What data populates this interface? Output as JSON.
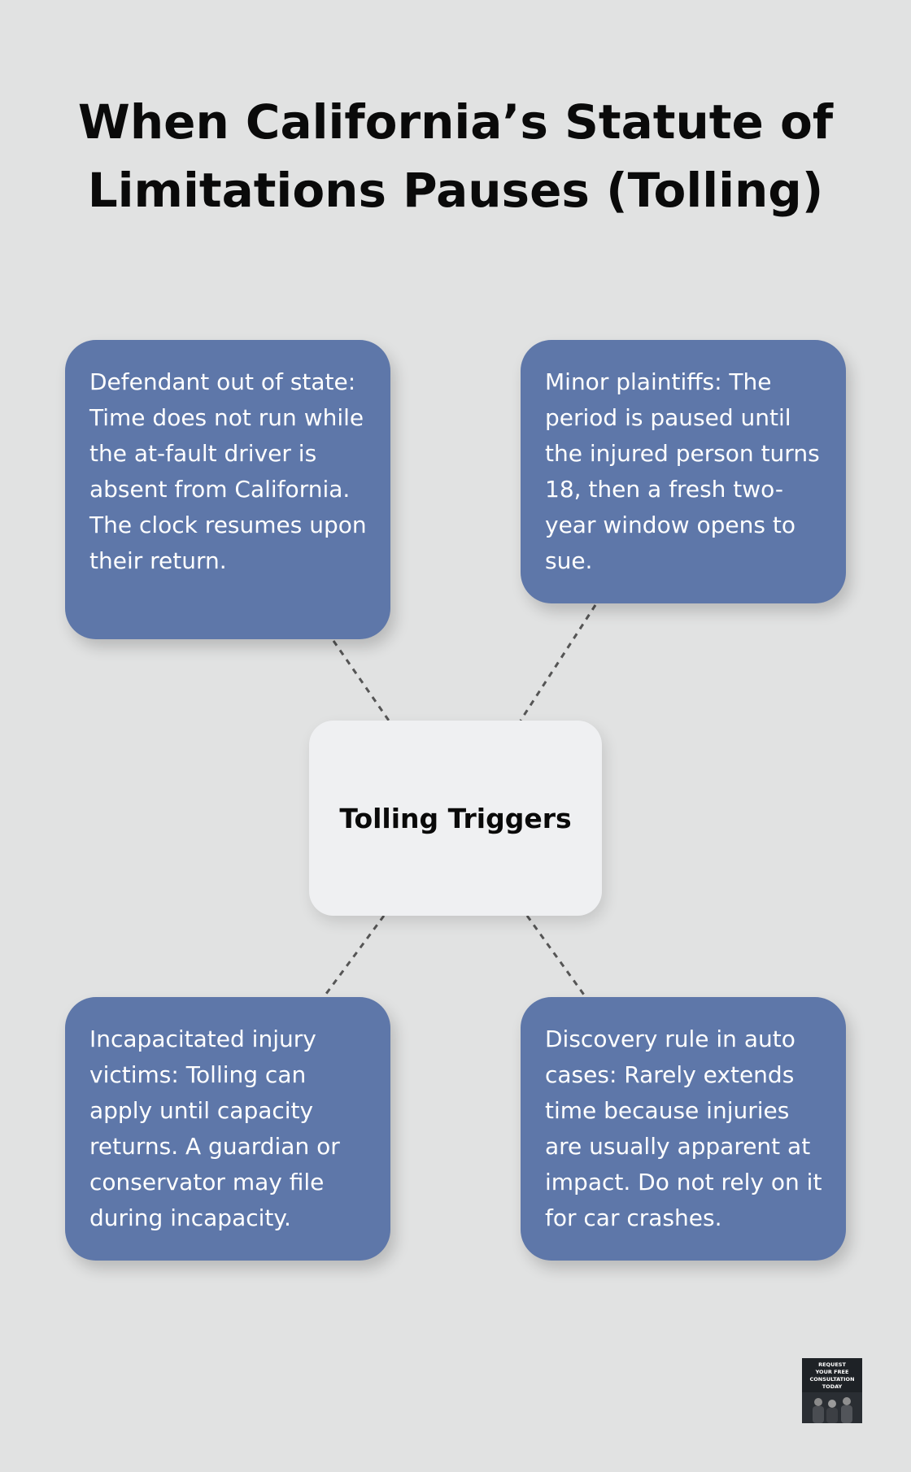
{
  "title": "When California’s Statute of Limitations Pauses (Tolling)",
  "center": {
    "label": "Tolling Triggers"
  },
  "nodes": [
    {
      "text": "Defendant out of state: Time does not run while the at-fault driver is absent from California. The clock resumes upon their return."
    },
    {
      "text": "Minor plaintiffs: The period is paused until the injured person turns 18, then a fresh two-year window opens to sue."
    },
    {
      "text": "Incapacitated injury victims: Tolling can apply until capacity returns. A guardian or conservator may file during incapacity."
    },
    {
      "text": "Discovery rule in auto cases: Rarely extends time because injuries are usually apparent at impact. Do not rely on it for car crashes."
    }
  ],
  "badge": {
    "text": "REQUEST\nYOUR FREE\nCONSULTATION\nTODAY"
  },
  "colors": {
    "background": "#e1e2e2",
    "node_fill": "#5e77a9",
    "center_fill": "#eff0f2",
    "connector": "#555555"
  }
}
